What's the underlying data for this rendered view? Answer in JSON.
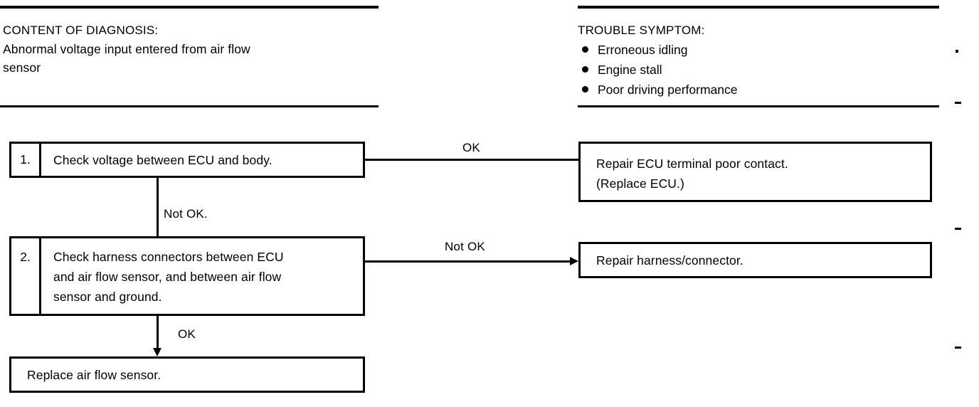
{
  "document": {
    "type": "troubleshooting-flowchart",
    "left_header": {
      "title": "CONTENT OF DIAGNOSIS:",
      "lines": [
        "Abnormal voltage input entered from air flow",
        "sensor"
      ]
    },
    "right_header": {
      "title": "TROUBLE SYMPTOM:",
      "symptoms": [
        "Erroneous idling",
        "Engine stall",
        "Poor driving performance"
      ]
    }
  },
  "flowchart": {
    "steps": [
      {
        "number": "1.",
        "lines": [
          "Check voltage between ECU and body."
        ]
      },
      {
        "number": "2.",
        "lines": [
          "Check harness connectors between ECU",
          "and air flow sensor, and between air flow",
          "sensor and ground."
        ]
      }
    ],
    "terminal": {
      "lines": [
        "Replace air flow sensor."
      ]
    },
    "results": [
      {
        "lines": [
          "Repair ECU terminal poor contact.",
          "(Replace ECU.)"
        ]
      },
      {
        "lines": [
          "Repair harness/connector."
        ]
      }
    ],
    "connector_labels": {
      "step1_to_result1": "OK",
      "step1_to_step2": "Not OK.",
      "step2_to_result2": "Not OK",
      "step2_to_terminal": "OK"
    }
  },
  "colors": {
    "ink": "#000000",
    "paper": "#ffffff"
  }
}
